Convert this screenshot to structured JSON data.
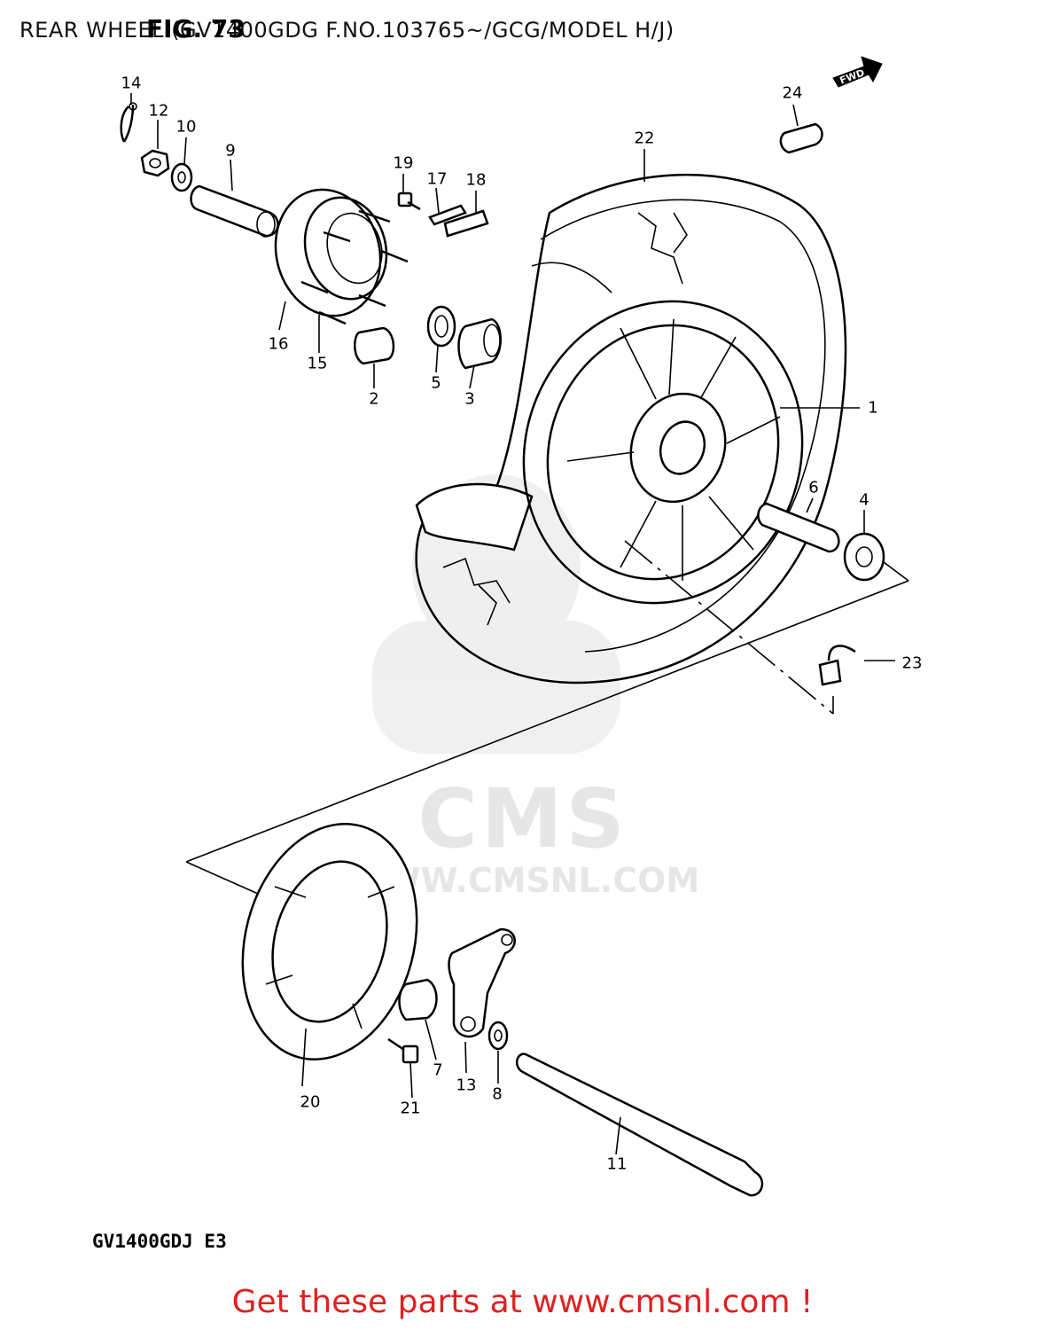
{
  "header": {
    "title": "REAR WHEEL (GV1400GDG F.NO.103765~/GCG/MODEL H/J)",
    "figure": "FIG. 73"
  },
  "diagram": {
    "direction_tag": "FWD",
    "model_code": "GV1400GDJ E3",
    "watermark": {
      "brand": "CMS",
      "url": "WWW.CMSNL.COM"
    },
    "callouts": [
      {
        "id": "1",
        "label": "1"
      },
      {
        "id": "2",
        "label": "2"
      },
      {
        "id": "3",
        "label": "3"
      },
      {
        "id": "4",
        "label": "4"
      },
      {
        "id": "5",
        "label": "5"
      },
      {
        "id": "6",
        "label": "6"
      },
      {
        "id": "7",
        "label": "7"
      },
      {
        "id": "8",
        "label": "8"
      },
      {
        "id": "9",
        "label": "9"
      },
      {
        "id": "10",
        "label": "10"
      },
      {
        "id": "11",
        "label": "11"
      },
      {
        "id": "12",
        "label": "12"
      },
      {
        "id": "13",
        "label": "13"
      },
      {
        "id": "14",
        "label": "14"
      },
      {
        "id": "15",
        "label": "15"
      },
      {
        "id": "16",
        "label": "16"
      },
      {
        "id": "17",
        "label": "17"
      },
      {
        "id": "18",
        "label": "18"
      },
      {
        "id": "19",
        "label": "19"
      },
      {
        "id": "20",
        "label": "20"
      },
      {
        "id": "21",
        "label": "21"
      },
      {
        "id": "22",
        "label": "22"
      },
      {
        "id": "23",
        "label": "23"
      },
      {
        "id": "24",
        "label": "24"
      }
    ]
  },
  "footer": {
    "cta": "Get these parts at www.cmsnl.com !"
  }
}
